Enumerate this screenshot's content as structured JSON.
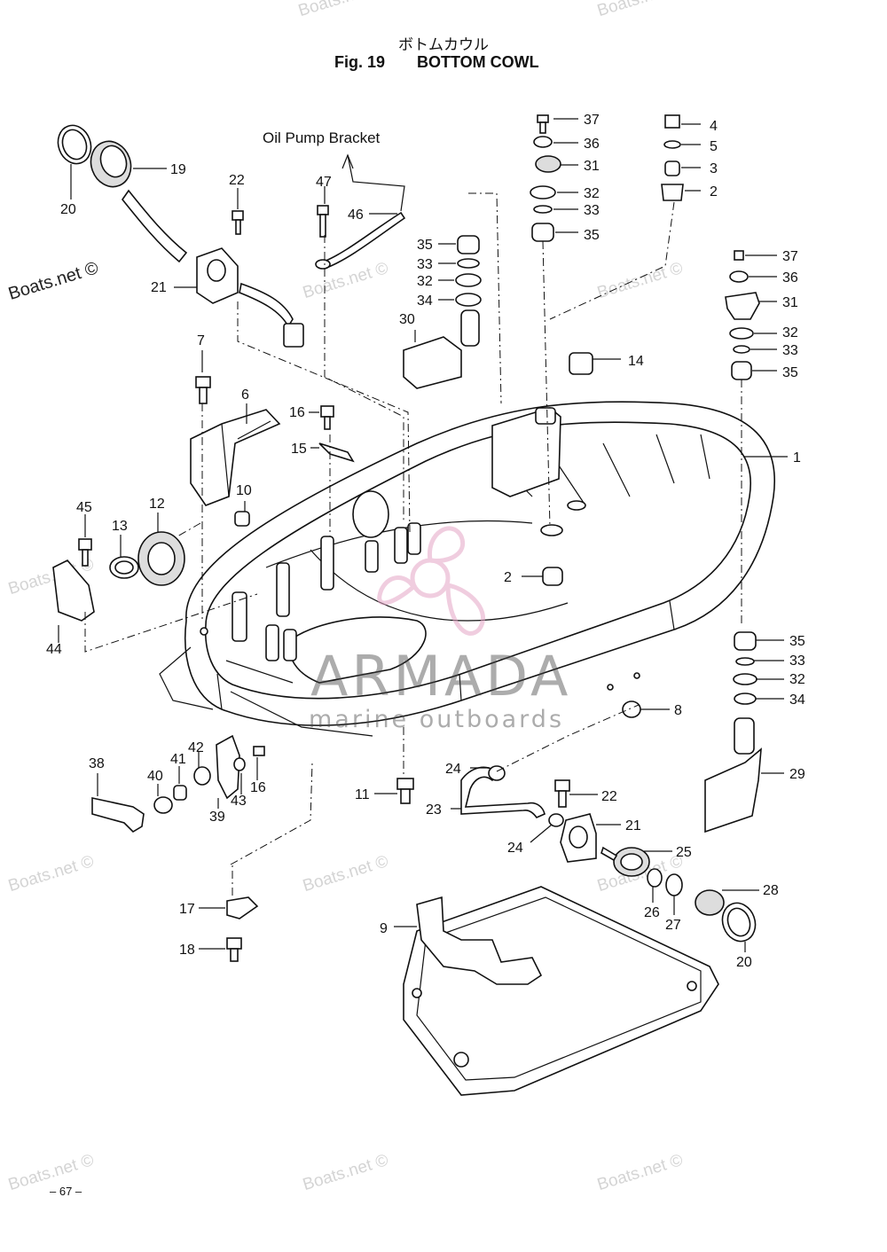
{
  "header": {
    "title_jp": "ボトムカウル",
    "fig_label": "Fig. 19",
    "fig_title": "BOTTOM COWL"
  },
  "page_number": "– 67 –",
  "annotation": "Oil Pump Bracket",
  "watermarks": {
    "site": "Boats.net ©",
    "brand_main": "ARMADA",
    "brand_sub": "marine outboards"
  },
  "callouts": {
    "c1": "1",
    "c2a": "2",
    "c2b": "2",
    "c3": "3",
    "c4": "4",
    "c5": "5",
    "c6": "6",
    "c7": "7",
    "c8": "8",
    "c9": "9",
    "c10": "10",
    "c11": "11",
    "c12": "12",
    "c13": "13",
    "c14": "14",
    "c15": "15",
    "c16a": "16",
    "c16b": "16",
    "c17": "17",
    "c18": "18",
    "c19": "19",
    "c20a": "20",
    "c20b": "20",
    "c21a": "21",
    "c21b": "21",
    "c22a": "22",
    "c22b": "22",
    "c23": "23",
    "c24a": "24",
    "c24b": "24",
    "c25": "25",
    "c26": "26",
    "c27": "27",
    "c28": "28",
    "c29": "29",
    "c30": "30",
    "c31a": "31",
    "c31b": "31",
    "c32a": "32",
    "c32b": "32",
    "c32c": "32",
    "c32d": "32",
    "c33a": "33",
    "c33b": "33",
    "c33c": "33",
    "c33d": "33",
    "c34a": "34",
    "c34b": "34",
    "c35a": "35",
    "c35b": "35",
    "c35c": "35",
    "c35d": "35",
    "c36a": "36",
    "c36b": "36",
    "c37a": "37",
    "c37b": "37",
    "c38": "38",
    "c39": "39",
    "c40": "40",
    "c41": "41",
    "c42": "42",
    "c43": "43",
    "c44": "44",
    "c45": "45",
    "c46": "46",
    "c47": "47"
  },
  "colors": {
    "line": "#111111",
    "watermark": "#d4d4d4"
  }
}
